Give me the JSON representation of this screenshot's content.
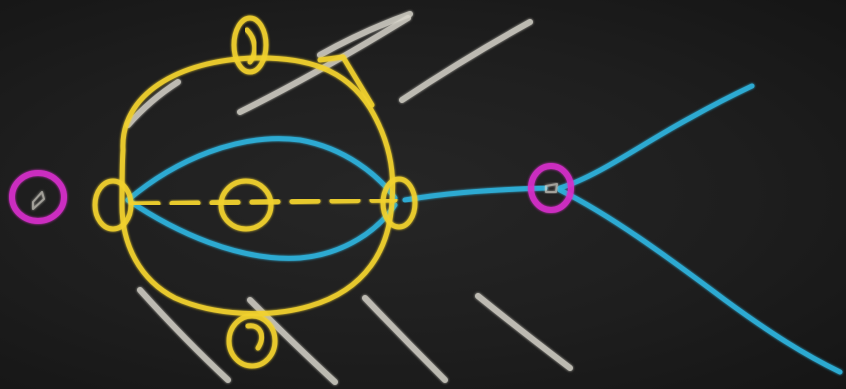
{
  "colors": {
    "background": "#1c1c1c",
    "yellow": "#f2d22e",
    "cyan": "#2fb2dc",
    "magenta": "#d52fc9",
    "white_chalk": "#d9d6cc"
  },
  "elements": [
    "yellow-circle",
    "cyan-lens",
    "yellow-dashed-axis",
    "magenta-node-left",
    "magenta-node-right",
    "cyan-branch",
    "white-hatch-lines"
  ]
}
